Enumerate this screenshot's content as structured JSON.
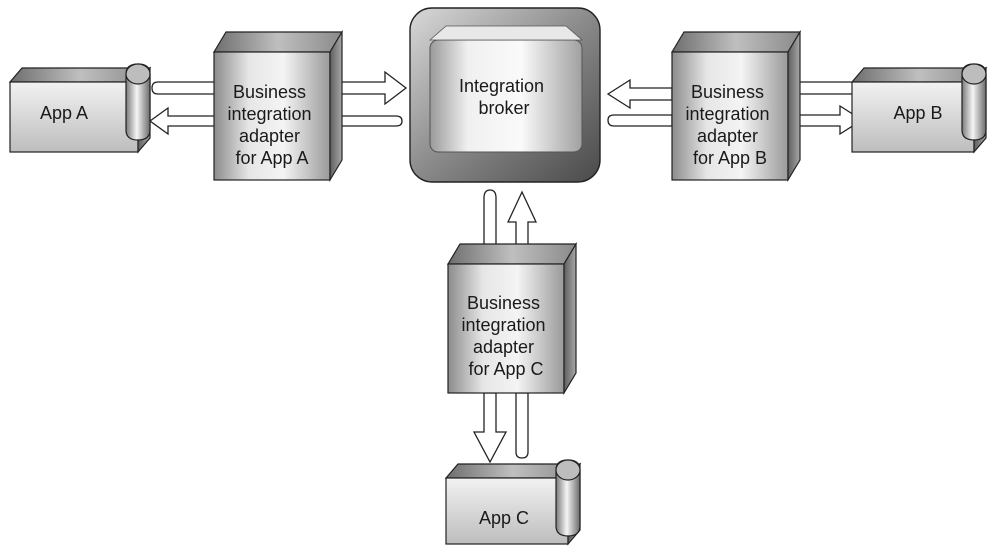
{
  "diagram": {
    "apps": {
      "a": "App A",
      "b": "App B",
      "c": "App C"
    },
    "broker": {
      "line1": "Integration",
      "line2": "broker"
    },
    "adapters": {
      "a": [
        "Business",
        "integration",
        "adapter",
        "for App A"
      ],
      "b": [
        "Business",
        "integration",
        "adapter",
        "for App B"
      ],
      "c": [
        "Business",
        "integration",
        "adapter",
        "for App C"
      ]
    }
  }
}
